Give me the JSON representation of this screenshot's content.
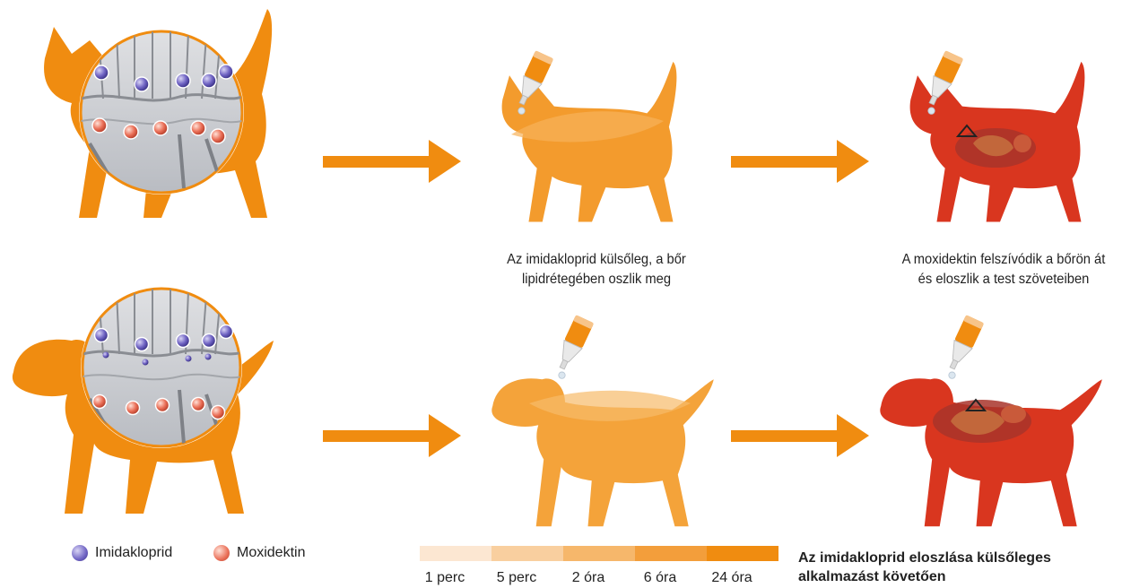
{
  "captions": {
    "cat_middle": "Az imidakloprid külsőleg, a bőr lipidrétegében oszlik meg",
    "cat_right": "A moxidektin felszívódik a bőrön át és eloszlik a test szöveteiben"
  },
  "legend": {
    "imidakloprid": "Imidakloprid",
    "moxidektin": "Moxidektin"
  },
  "scale": {
    "labels": [
      "1 perc",
      "5 perc",
      "2 óra",
      "6 óra",
      "24 óra"
    ],
    "colors": [
      "#fce7d2",
      "#f9cf9f",
      "#f6b76b",
      "#f39e3b",
      "#f08c10"
    ],
    "title": "Az imidakloprid eloszlása külsőleges alkalmazást követően"
  },
  "colors": {
    "orange_dark": "#f08c10",
    "orange_light": "#f4a43c",
    "red": "#d9361f",
    "imida_ball": "#5a4fa8",
    "moxi_ball": "#e0604a"
  }
}
